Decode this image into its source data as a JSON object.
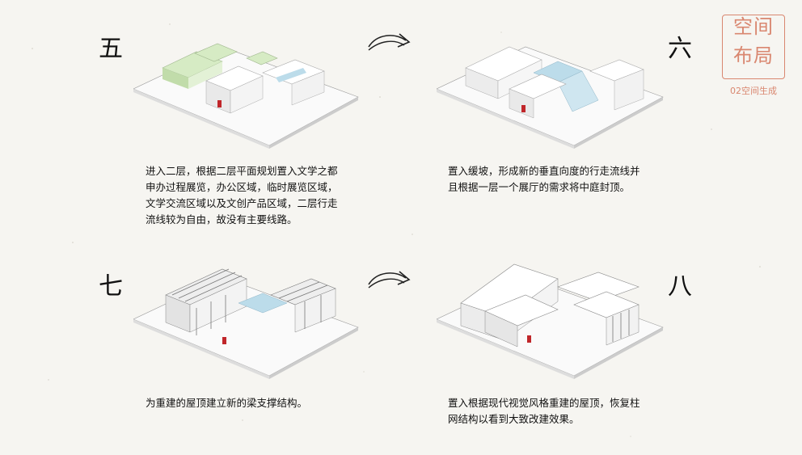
{
  "badge": {
    "line1": "空间",
    "line2": "布局",
    "subtitle": "02空间生成"
  },
  "steps": [
    {
      "number": "五",
      "caption": [
        "进入二层，根据二层平面规划置入文学之都",
        "申办过程展览，办公区域，临时展览区域，",
        "文学交流区域以及文创产品区域，二层行走",
        "流线较为自由，故没有主要线路。"
      ]
    },
    {
      "number": "六",
      "caption": [
        "置入缓坡，形成新的垂直向度的行走流线并",
        "且根据一层一个展厅的需求将中庭封顶。"
      ]
    },
    {
      "number": "七",
      "caption": [
        "为重建的屋顶建立新的梁支撑结构。"
      ]
    },
    {
      "number": "八",
      "caption": [
        "置入根据现代视觉风格重建的屋顶，恢复柱",
        "网结构以看到大致改建效果。"
      ]
    }
  ],
  "colors": {
    "accent": "#d98770",
    "green": "#d6ebc4",
    "blue": "#bcdcea",
    "red": "#c0262a"
  }
}
